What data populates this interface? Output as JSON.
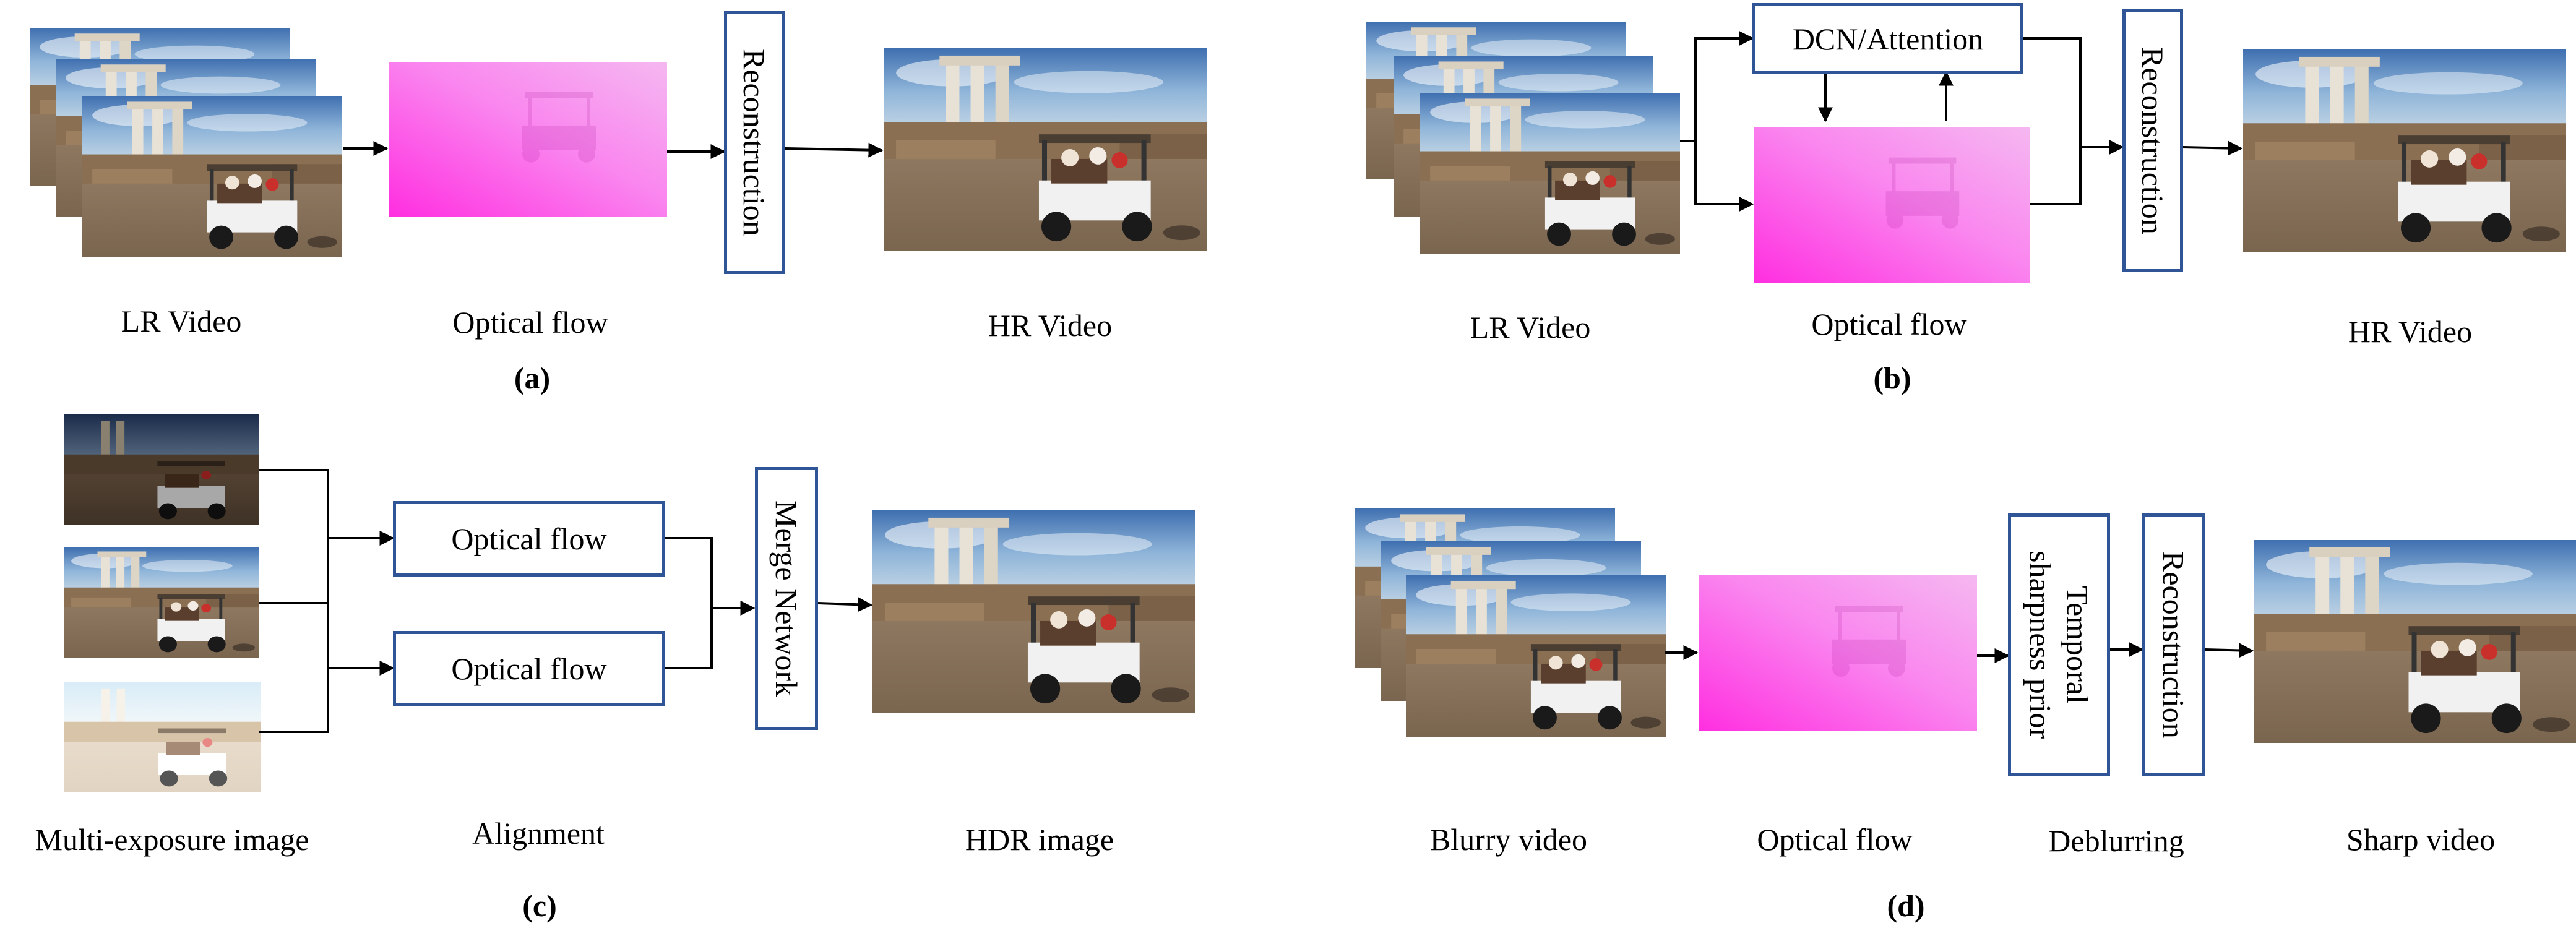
{
  "panels": {
    "a": {
      "caption": "(a)",
      "input_label": "LR Video",
      "flow_label": "Optical flow",
      "recon_label": "Reconstruction",
      "output_label": "HR Video"
    },
    "b": {
      "caption": "(b)",
      "input_label": "LR Video",
      "dcn_label": "DCN/Attention",
      "flow_label": "Optical flow",
      "recon_label": "Reconstruction",
      "output_label": "HR Video"
    },
    "c": {
      "caption": "(c)",
      "input_label": "Multi-exposure image",
      "flow1_label": "Optical flow",
      "flow2_label": "Optical flow",
      "align_label": "Alignment",
      "merge_label": "Merge Network",
      "output_label": "HDR image"
    },
    "d": {
      "caption": "(d)",
      "input_label": "Blurry video",
      "flow_label": "Optical flow",
      "prior_label_line1": "Temporal",
      "prior_label_line2": "sharpness prior",
      "deblur_label": "Deblurring",
      "recon_label": "Reconstruction",
      "output_label": "Sharp video"
    }
  },
  "colors": {
    "box_border": "#2f5597",
    "arrow": "#000000",
    "flow_pink": "#ff44e8",
    "flow_light": "#f7a8f0"
  },
  "icons": {
    "photo": "scene-photo-icon",
    "flow": "optical-flow-map-icon"
  }
}
